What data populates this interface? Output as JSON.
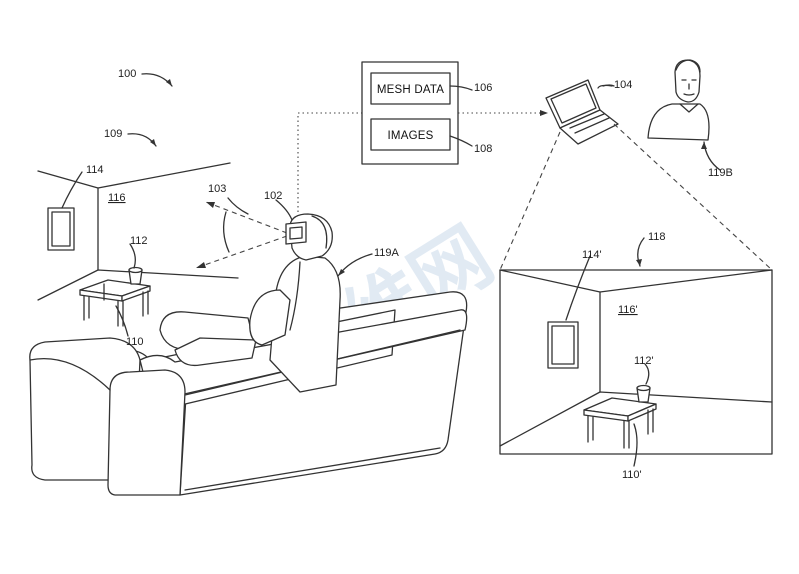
{
  "figure": {
    "ref_system": "100",
    "ref_room": "109",
    "ref_art": "114",
    "ref_wall_label": "116",
    "ref_fov": "103",
    "ref_device": "102",
    "ref_cup": "112",
    "ref_table": "110",
    "ref_user_a": "119A",
    "ref_mesh": "106",
    "ref_images": "108",
    "ref_laptop": "104",
    "ref_user_b": "119B",
    "ref_view": "118",
    "ref_art_view": "114'",
    "ref_wall_view": "116'",
    "ref_cup_view": "112'",
    "ref_table_view": "110'"
  },
  "storage": {
    "mesh_label": "MESH DATA",
    "images_label": "IMAGES"
  },
  "watermark": {
    "text": "映维网",
    "color": "#c9d9ea"
  }
}
